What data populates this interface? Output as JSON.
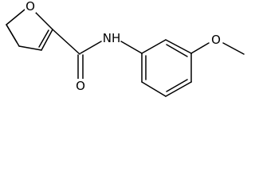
{
  "atoms": {
    "furan_oxygen": "O",
    "carbonyl_oxygen": "O",
    "amide_nitrogen": "NH",
    "ether_oxygen": "O"
  },
  "colors": {
    "bond": "#000000",
    "background": "#ffffff"
  }
}
